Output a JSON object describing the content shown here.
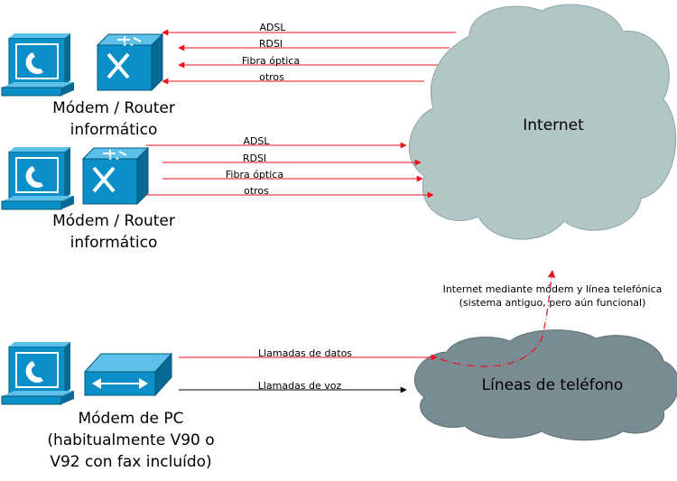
{
  "top_group": {
    "caption_line1": "Módem / Router",
    "caption_line2": "informático",
    "links": [
      "ADSL",
      "RDSI",
      "Fibra óptica",
      "otros"
    ]
  },
  "middle_group": {
    "caption_line1": "Módem / Router",
    "caption_line2": "informático",
    "links": [
      "ADSL",
      "RDSI",
      "Fibra óptica",
      "otros"
    ]
  },
  "bottom_group": {
    "caption_line1": "Módem de PC",
    "caption_line2": "(habitualmente V90 o",
    "caption_line3": "V92 con fax incluído)",
    "data_calls": "Llamadas de datos",
    "voice_calls": "Llamadas de voz"
  },
  "internet_cloud": {
    "label": "Internet"
  },
  "phone_cloud": {
    "label": "Líneas de teléfono"
  },
  "dialup_note": {
    "line1": "Internet mediante módem y línea telefónica",
    "line2": "(sistema antiguo, pero aún funcional)"
  },
  "colors": {
    "red_arrow": "#e8121c",
    "black_arrow": "#000000",
    "internet_cloud": "#b3c6c6",
    "phone_cloud": "#7a8c93",
    "device_blue": "#0a8fc8"
  },
  "icons": [
    "phone-computer-icon",
    "router-icon",
    "modem-icon"
  ]
}
